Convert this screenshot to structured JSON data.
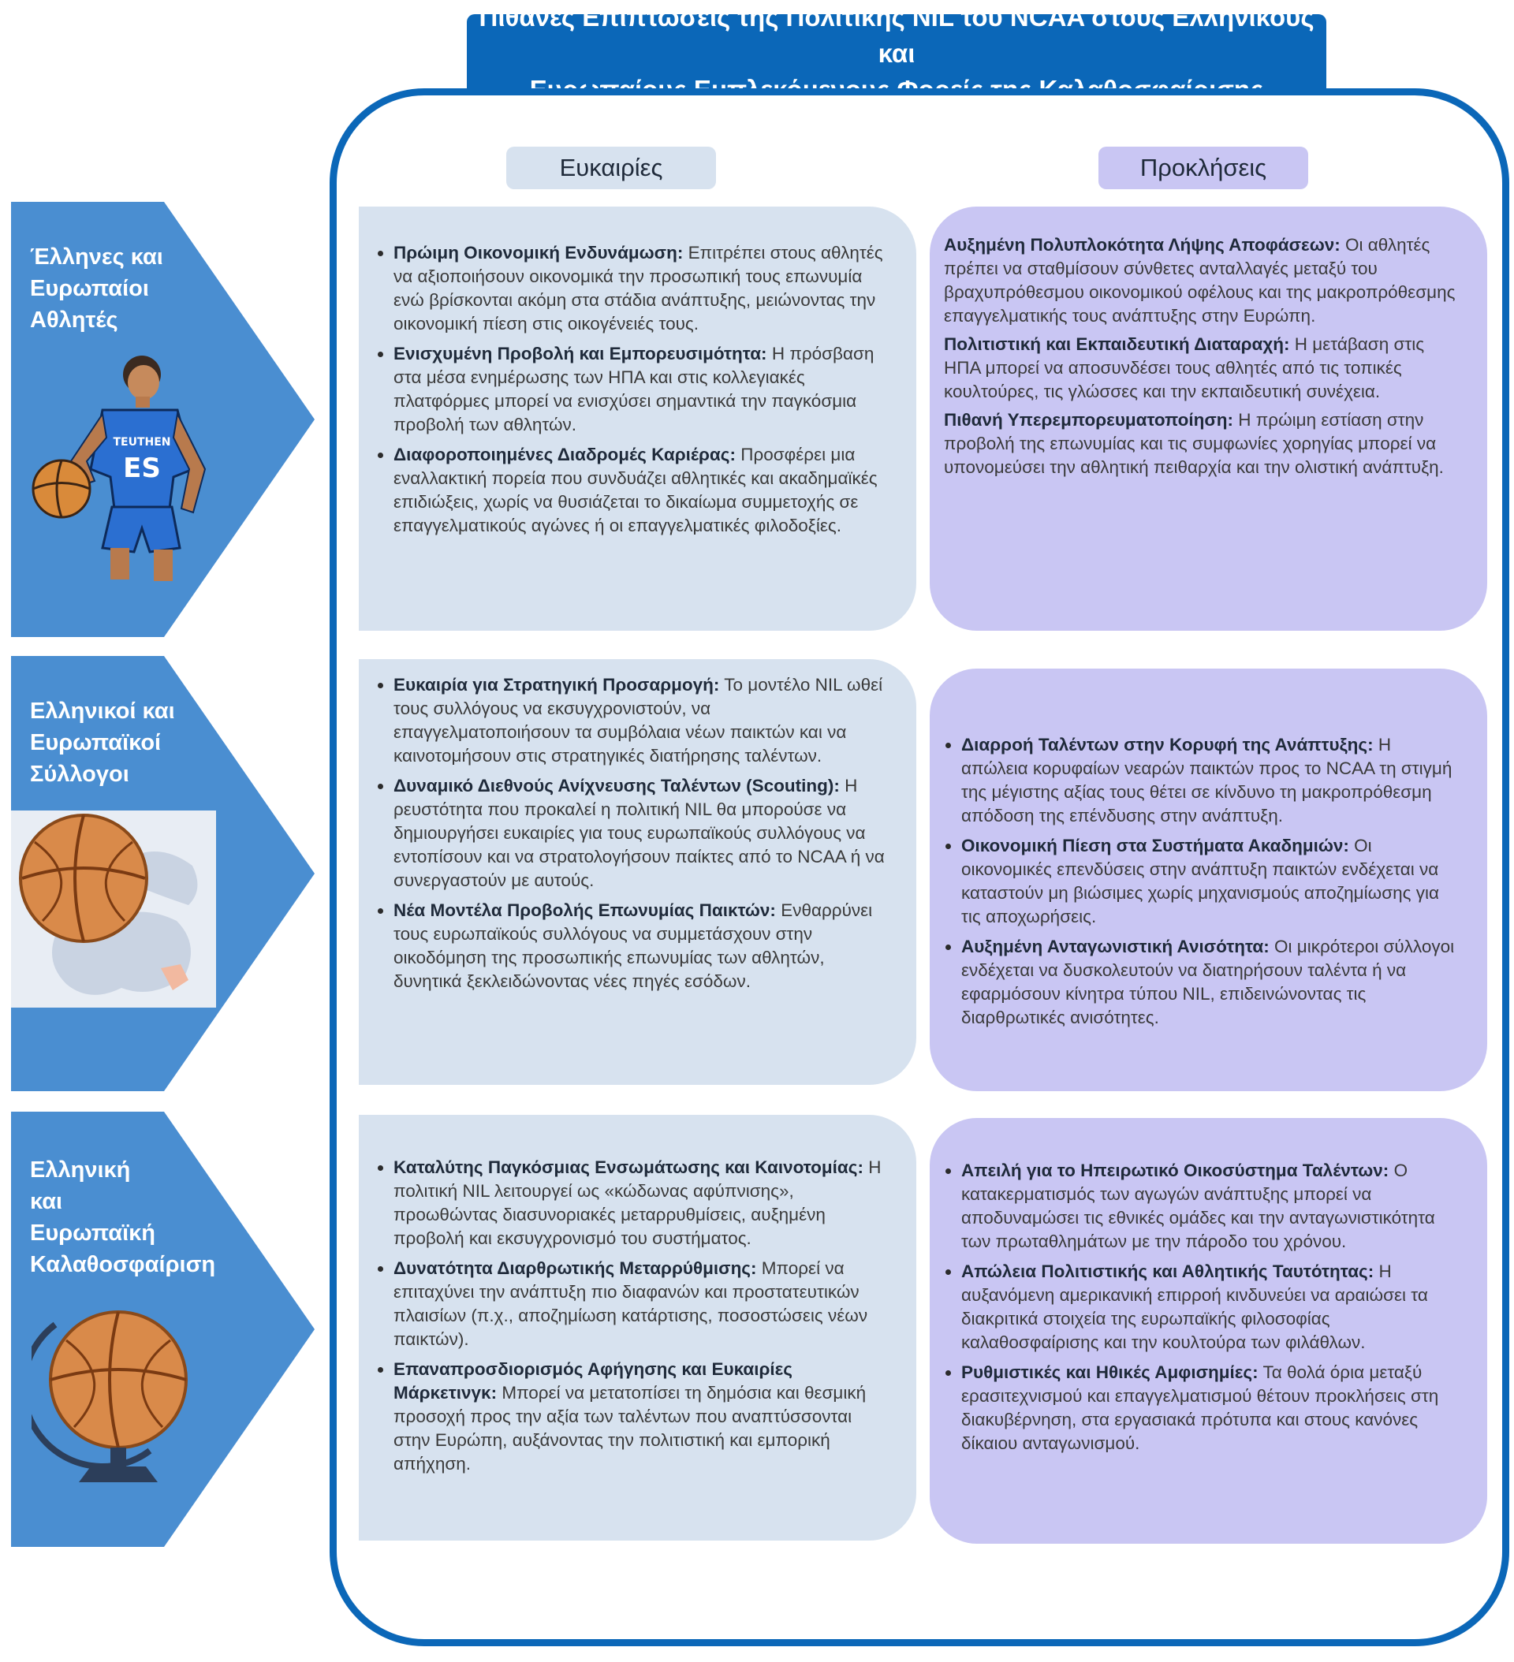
{
  "title": {
    "line1": "Πιθανές Επιπτώσεις της Πολιτικής NIL του NCAA στους Ελληνικούς και",
    "line2": "Ευρωπαίους Εμπλεκόμενους Φορείς της Καλαθοσφαίρισης"
  },
  "columns": {
    "opportunities": "Ευκαιρίες",
    "challenges": "Προκλήσεις"
  },
  "colors": {
    "primary_blue": "#0b67b8",
    "chevron_blue": "#4a8ed1",
    "opportunity_bg": "#d7e2ef",
    "challenge_bg": "#c9c6f3"
  },
  "rows": [
    {
      "stakeholder": "Έλληνες και\nΕυρωπαίοι\nΑθλητές",
      "illustration": "basketball-player-icon",
      "opportunities": [
        {
          "title": "Πρώιμη Οικονομική Ενδυνάμωση:",
          "text": "Επιτρέπει στους αθλητές να αξιοποιήσουν οικονομικά την προσωπική τους επωνυμία ενώ βρίσκονται ακόμη στα στάδια ανάπτυξης, μειώνοντας την οικονομική πίεση στις οικογένειές τους."
        },
        {
          "title": "Ενισχυμένη Προβολή και Εμπορευσιμότητα:",
          "text": "Η πρόσβαση στα μέσα ενημέρωσης των ΗΠΑ και στις κολλεγιακές πλατφόρμες μπορεί να ενισχύσει σημαντικά την παγκόσμια προβολή των αθλητών."
        },
        {
          "title": "Διαφοροποιημένες Διαδρομές Καριέρας:",
          "text": "Προσφέρει μια εναλλακτική πορεία που συνδυάζει αθλητικές και ακαδημαϊκές επιδιώξεις, χωρίς να θυσιάζεται το δικαίωμα συμμετοχής σε επαγγελματικούς αγώνες ή οι επαγγελματικές φιλοδοξίες."
        }
      ],
      "challenges": [
        {
          "title": "Αυξημένη Πολυπλοκότητα Λήψης Αποφάσεων:",
          "text": "Οι αθλητές πρέπει να σταθμίσουν σύνθετες ανταλλαγές μεταξύ του βραχυπρόθεσμου οικονομικού οφέλους και της μακροπρόθεσμης επαγγελματικής τους ανάπτυξης στην Ευρώπη."
        },
        {
          "title": "Πολιτιστική και Εκπαιδευτική Διαταραχή:",
          "text": "Η μετάβαση στις ΗΠΑ μπορεί να αποσυνδέσει τους αθλητές από τις τοπικές κουλτούρες, τις γλώσσες και την εκπαιδευτική συνέχεια."
        },
        {
          "title": "Πιθανή Υπερεμπορευματοποίηση:",
          "text": "Η πρώιμη εστίαση στην προβολή της επωνυμίας και τις συμφωνίες χορηγίας μπορεί να υπονομεύσει την αθλητική πειθαρχία και την ολιστική ανάπτυξη."
        }
      ]
    },
    {
      "stakeholder": "Ελληνικοί και\nΕυρωπαϊκοί\nΣύλλογοι",
      "illustration": "basketball-europe-map-icon",
      "opportunities": [
        {
          "title": "Ευκαιρία για Στρατηγική Προσαρμογή:",
          "text": "Το μοντέλο NIL ωθεί τους συλλόγους να εκσυγχρονιστούν, να επαγγελματοποιήσουν τα συμβόλαια νέων παικτών και να καινοτομήσουν στις στρατηγικές διατήρησης ταλέντων."
        },
        {
          "title": "Δυναμικό Διεθνούς Ανίχνευσης Ταλέντων (Scouting):",
          "text": "Η ρευστότητα που προκαλεί η πολιτική NIL θα μπορούσε να δημιουργήσει ευκαιρίες για τους ευρωπαϊκούς συλλόγους να εντοπίσουν και να στρατολογήσουν παίκτες από το NCAA ή να συνεργαστούν με αυτούς."
        },
        {
          "title": "Νέα Μοντέλα Προβολής Επωνυμίας Παικτών:",
          "text": "Ενθαρρύνει τους ευρωπαϊκούς συλλόγους να συμμετάσχουν στην οικοδόμηση της προσωπικής επωνυμίας των αθλητών, δυνητικά ξεκλειδώνοντας νέες πηγές εσόδων."
        }
      ],
      "challenges": [
        {
          "title": "Διαρροή Ταλέντων στην Κορυφή της Ανάπτυξης:",
          "text": "Η απώλεια κορυφαίων νεαρών παικτών προς το NCAA τη στιγμή της μέγιστης αξίας τους θέτει σε κίνδυνο τη μακροπρόθεσμη απόδοση της επένδυσης στην ανάπτυξη."
        },
        {
          "title": "Οικονομική Πίεση στα Συστήματα Ακαδημιών:",
          "text": "Οι οικονομικές επενδύσεις στην ανάπτυξη παικτών ενδέχεται να καταστούν μη βιώσιμες χωρίς μηχανισμούς αποζημίωσης για τις αποχωρήσεις."
        },
        {
          "title": "Αυξημένη Ανταγωνιστική Ανισότητα:",
          "text": "Οι μικρότεροι σύλλογοι ενδέχεται να δυσκολευτούν να διατηρήσουν ταλέντα ή να εφαρμόσουν κίνητρα τύπου NIL, επιδεινώνοντας τις διαρθρωτικές ανισότητες."
        }
      ]
    },
    {
      "stakeholder": "Ελληνική\nκαι\nΕυρωπαϊκή\nΚαλαθοσφαίριση",
      "illustration": "basketball-globe-icon",
      "opportunities": [
        {
          "title": "Καταλύτης Παγκόσμιας Ενσωμάτωσης και Καινοτομίας:",
          "text": "Η πολιτική NIL λειτουργεί ως «κώδωνας αφύπνισης», προωθώντας διασυνοριακές μεταρρυθμίσεις, αυξημένη προβολή και εκσυγχρονισμό του συστήματος."
        },
        {
          "title": "Δυνατότητα Διαρθρωτικής Μεταρρύθμισης:",
          "text": "Μπορεί να επιταχύνει την ανάπτυξη πιο διαφανών και προστατευτικών πλαισίων (π.χ., αποζημίωση κατάρτισης, ποσοστώσεις νέων παικτών)."
        },
        {
          "title": "Επαναπροσδιορισμός Αφήγησης και Ευκαιρίες Μάρκετινγκ:",
          "text": "Μπορεί να μετατοπίσει τη δημόσια και θεσμική προσοχή προς την αξία των ταλέντων που αναπτύσσονται στην Ευρώπη, αυξάνοντας την πολιτιστική και εμπορική απήχηση."
        }
      ],
      "challenges": [
        {
          "title": "Απειλή για το Ηπειρωτικό Οικοσύστημα Ταλέντων:",
          "text": "Ο κατακερματισμός των αγωγών ανάπτυξης μπορεί να αποδυναμώσει τις εθνικές ομάδες και την ανταγωνιστικότητα των πρωταθλημάτων με την πάροδο του χρόνου."
        },
        {
          "title": "Απώλεια Πολιτιστικής και Αθλητικής Ταυτότητας:",
          "text": "Η αυξανόμενη αμερικανική επιρροή κινδυνεύει να αραιώσει τα διακριτικά στοιχεία της ευρωπαϊκής φιλοσοφίας καλαθοσφαίρισης και την κουλτούρα των φιλάθλων."
        },
        {
          "title": "Ρυθμιστικές και Ηθικές Αμφισημίες:",
          "text": "Τα θολά όρια μεταξύ ερασιτεχνισμού και επαγγελματισμού θέτουν προκλήσεις στη διακυβέρνηση, στα εργασιακά πρότυπα και στους κανόνες δίκαιου ανταγωνισμού."
        }
      ]
    }
  ]
}
